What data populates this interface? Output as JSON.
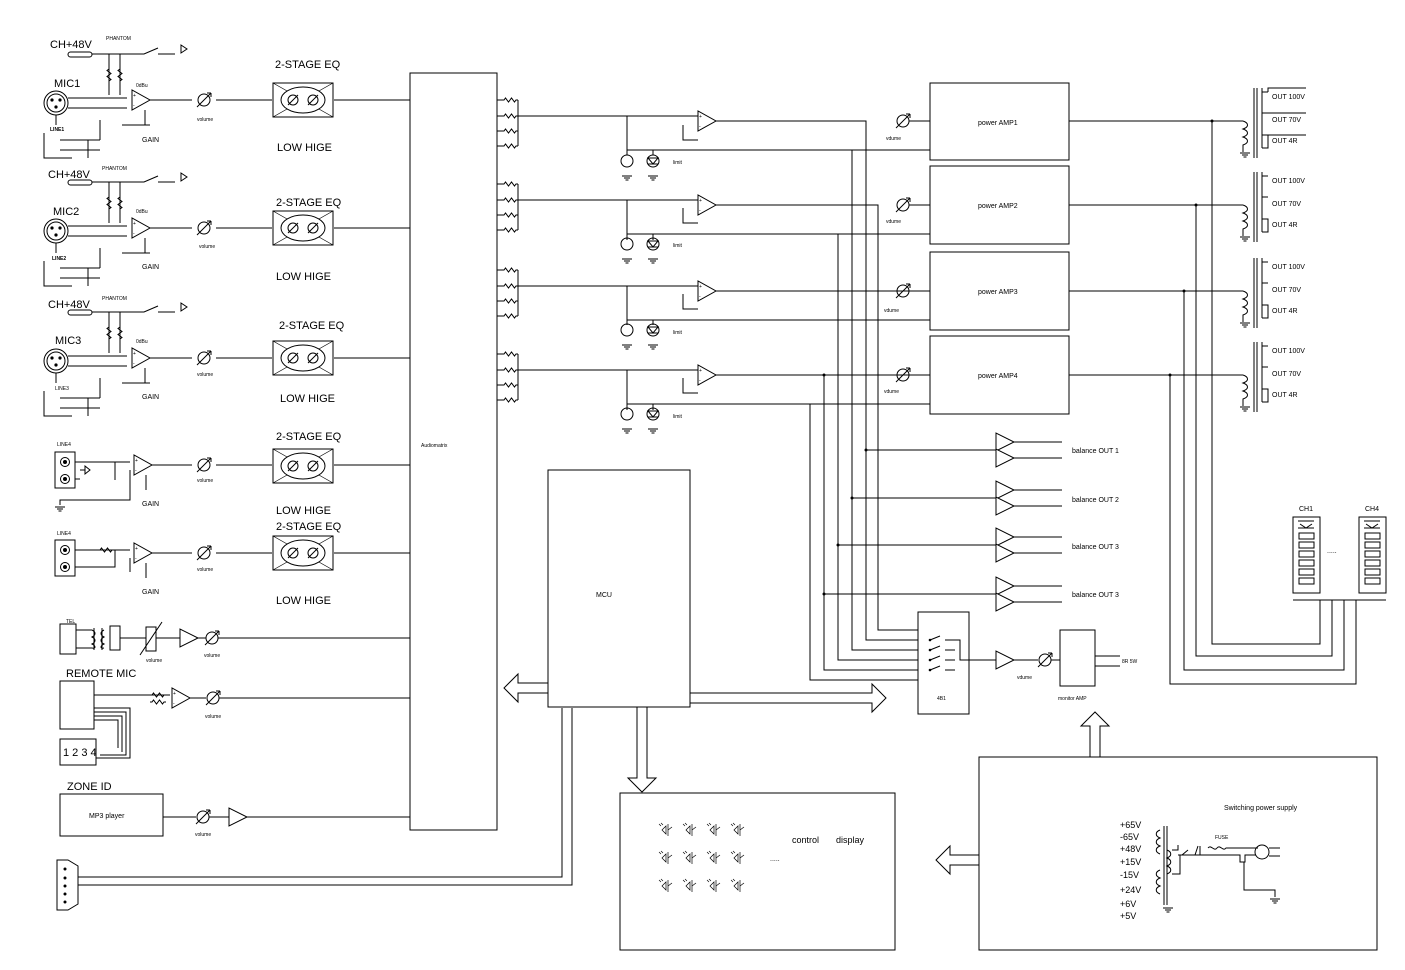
{
  "channels": [
    {
      "phantom_label": "CH+48V",
      "phantom_switch": "PHANTOM",
      "mic_label": "MIC1",
      "line_label": "LINE1",
      "gain_label": "GAIN",
      "level_label": "0dBu",
      "volume_label": "volume",
      "eq_title": "2-STAGE EQ",
      "eq_bands": "LOW HIGE"
    },
    {
      "phantom_label": "CH+48V",
      "phantom_switch": "PHANTOM",
      "mic_label": "MIC2",
      "line_label": "LINE2",
      "gain_label": "GAIN",
      "level_label": "0dBu",
      "volume_label": "volume",
      "eq_title": "2-STAGE EQ",
      "eq_bands": "LOW HIGE"
    },
    {
      "phantom_label": "CH+48V",
      "phantom_switch": "PHANTOM",
      "mic_label": "MIC3",
      "line_label": "LINE3",
      "gain_label": "GAIN",
      "level_label": "0dBu",
      "volume_label": "volume",
      "eq_title": "2-STAGE EQ",
      "eq_bands": "LOW HIGE"
    }
  ],
  "line_channels": [
    {
      "line_label": "LINE4",
      "gain_label": "GAIN",
      "volume_label": "volume",
      "eq_title": "2-STAGE EQ",
      "eq_bands": "LOW HIGE"
    },
    {
      "line_label": "LINE4",
      "gain_label": "GAIN",
      "volume_label": "volume",
      "eq_title": "2-STAGE EQ",
      "eq_bands": "LOW HIGE"
    }
  ],
  "tel": {
    "label": "TEL",
    "volume_1": "volume",
    "volume_2": "volume"
  },
  "remote_mic": {
    "label": "REMOTE MIC",
    "volume_label": "volume",
    "keypad": "1 2 3 4"
  },
  "zone_id": {
    "label": "ZONE ID",
    "player": "MP3 player",
    "volume_label": "volume"
  },
  "matrix": {
    "label": "Audiomatrix"
  },
  "mcu": {
    "label": "MCU"
  },
  "panel": {
    "control": "control",
    "display": "display",
    "ellipsis": "....."
  },
  "amps": [
    {
      "label": "power AMP1",
      "volume_label": "vdume",
      "limit_label": "limit"
    },
    {
      "label": "power AMP2",
      "volume_label": "vdume",
      "limit_label": "limit"
    },
    {
      "label": "power AMP3",
      "volume_label": "vdume",
      "limit_label": "limit"
    },
    {
      "label": "power AMP4",
      "volume_label": "vdume",
      "limit_label": "limit"
    }
  ],
  "outputs": [
    "OUT 100V",
    "OUT 70V",
    "OUT 4R"
  ],
  "balance_outs": [
    "balance OUT 1",
    "balance OUT 2",
    "balance OUT 3",
    "balance OUT 3"
  ],
  "monitor": {
    "selector_label": "4B1",
    "volume_label": "vdume",
    "amp_label": "monitor AMP",
    "out_label": "8R 5W"
  },
  "meters": {
    "ch_first": "CH1",
    "ch_last": "CH4",
    "ellipsis": "....."
  },
  "psu": {
    "title": "Switching power supply",
    "fuse": "FUSE",
    "voltages": [
      "+65V",
      "-65V",
      "+48V",
      "+15V",
      "-15V",
      "+24V",
      "+6V",
      "+5V"
    ]
  }
}
